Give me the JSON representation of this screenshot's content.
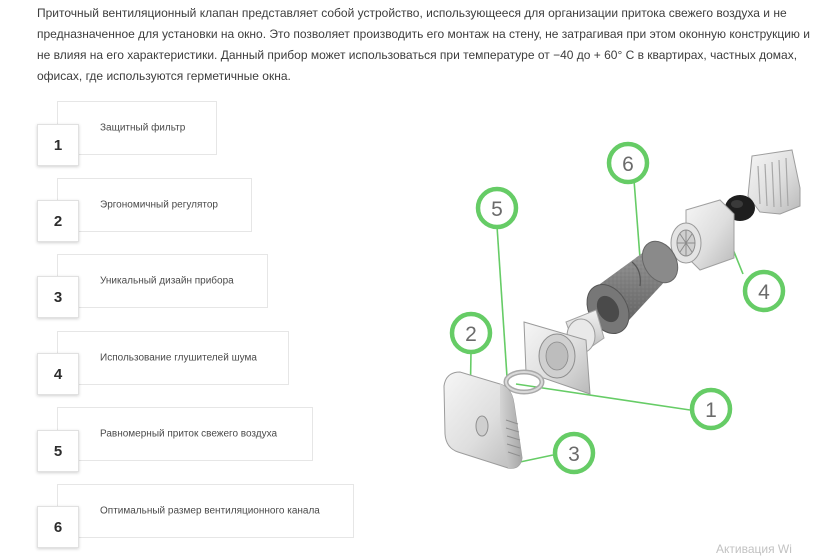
{
  "intro": "Приточный вентиляционный клапан представляет собой устройство, использующееся для организации притока свежего воздуха и не предназначенное для установки на окно. Это позволяет производить его монтаж на стену, не затрагивая при этом оконную конструкцию и не влияя на его характеристики. Данный прибор может использоваться при температуре от −40 до + 60° С в квартирах, частных домах, офисах, где используются герметичные окна.",
  "features": [
    {
      "number": "1",
      "label": "Защитный фильтр"
    },
    {
      "number": "2",
      "label": "Эргономичный регулятор"
    },
    {
      "number": "3",
      "label": "Уникальный дизайн прибора"
    },
    {
      "number": "4",
      "label": "Использование глушителей шума"
    },
    {
      "number": "5",
      "label": "Равномерный приток свежего воздуха"
    },
    {
      "number": "6",
      "label": "Оптимальный размер вентиляционного канала"
    }
  ],
  "callouts": [
    "1",
    "2",
    "3",
    "4",
    "5",
    "6"
  ],
  "accent_color": "#66cc66",
  "watermark": "Активация Wi"
}
